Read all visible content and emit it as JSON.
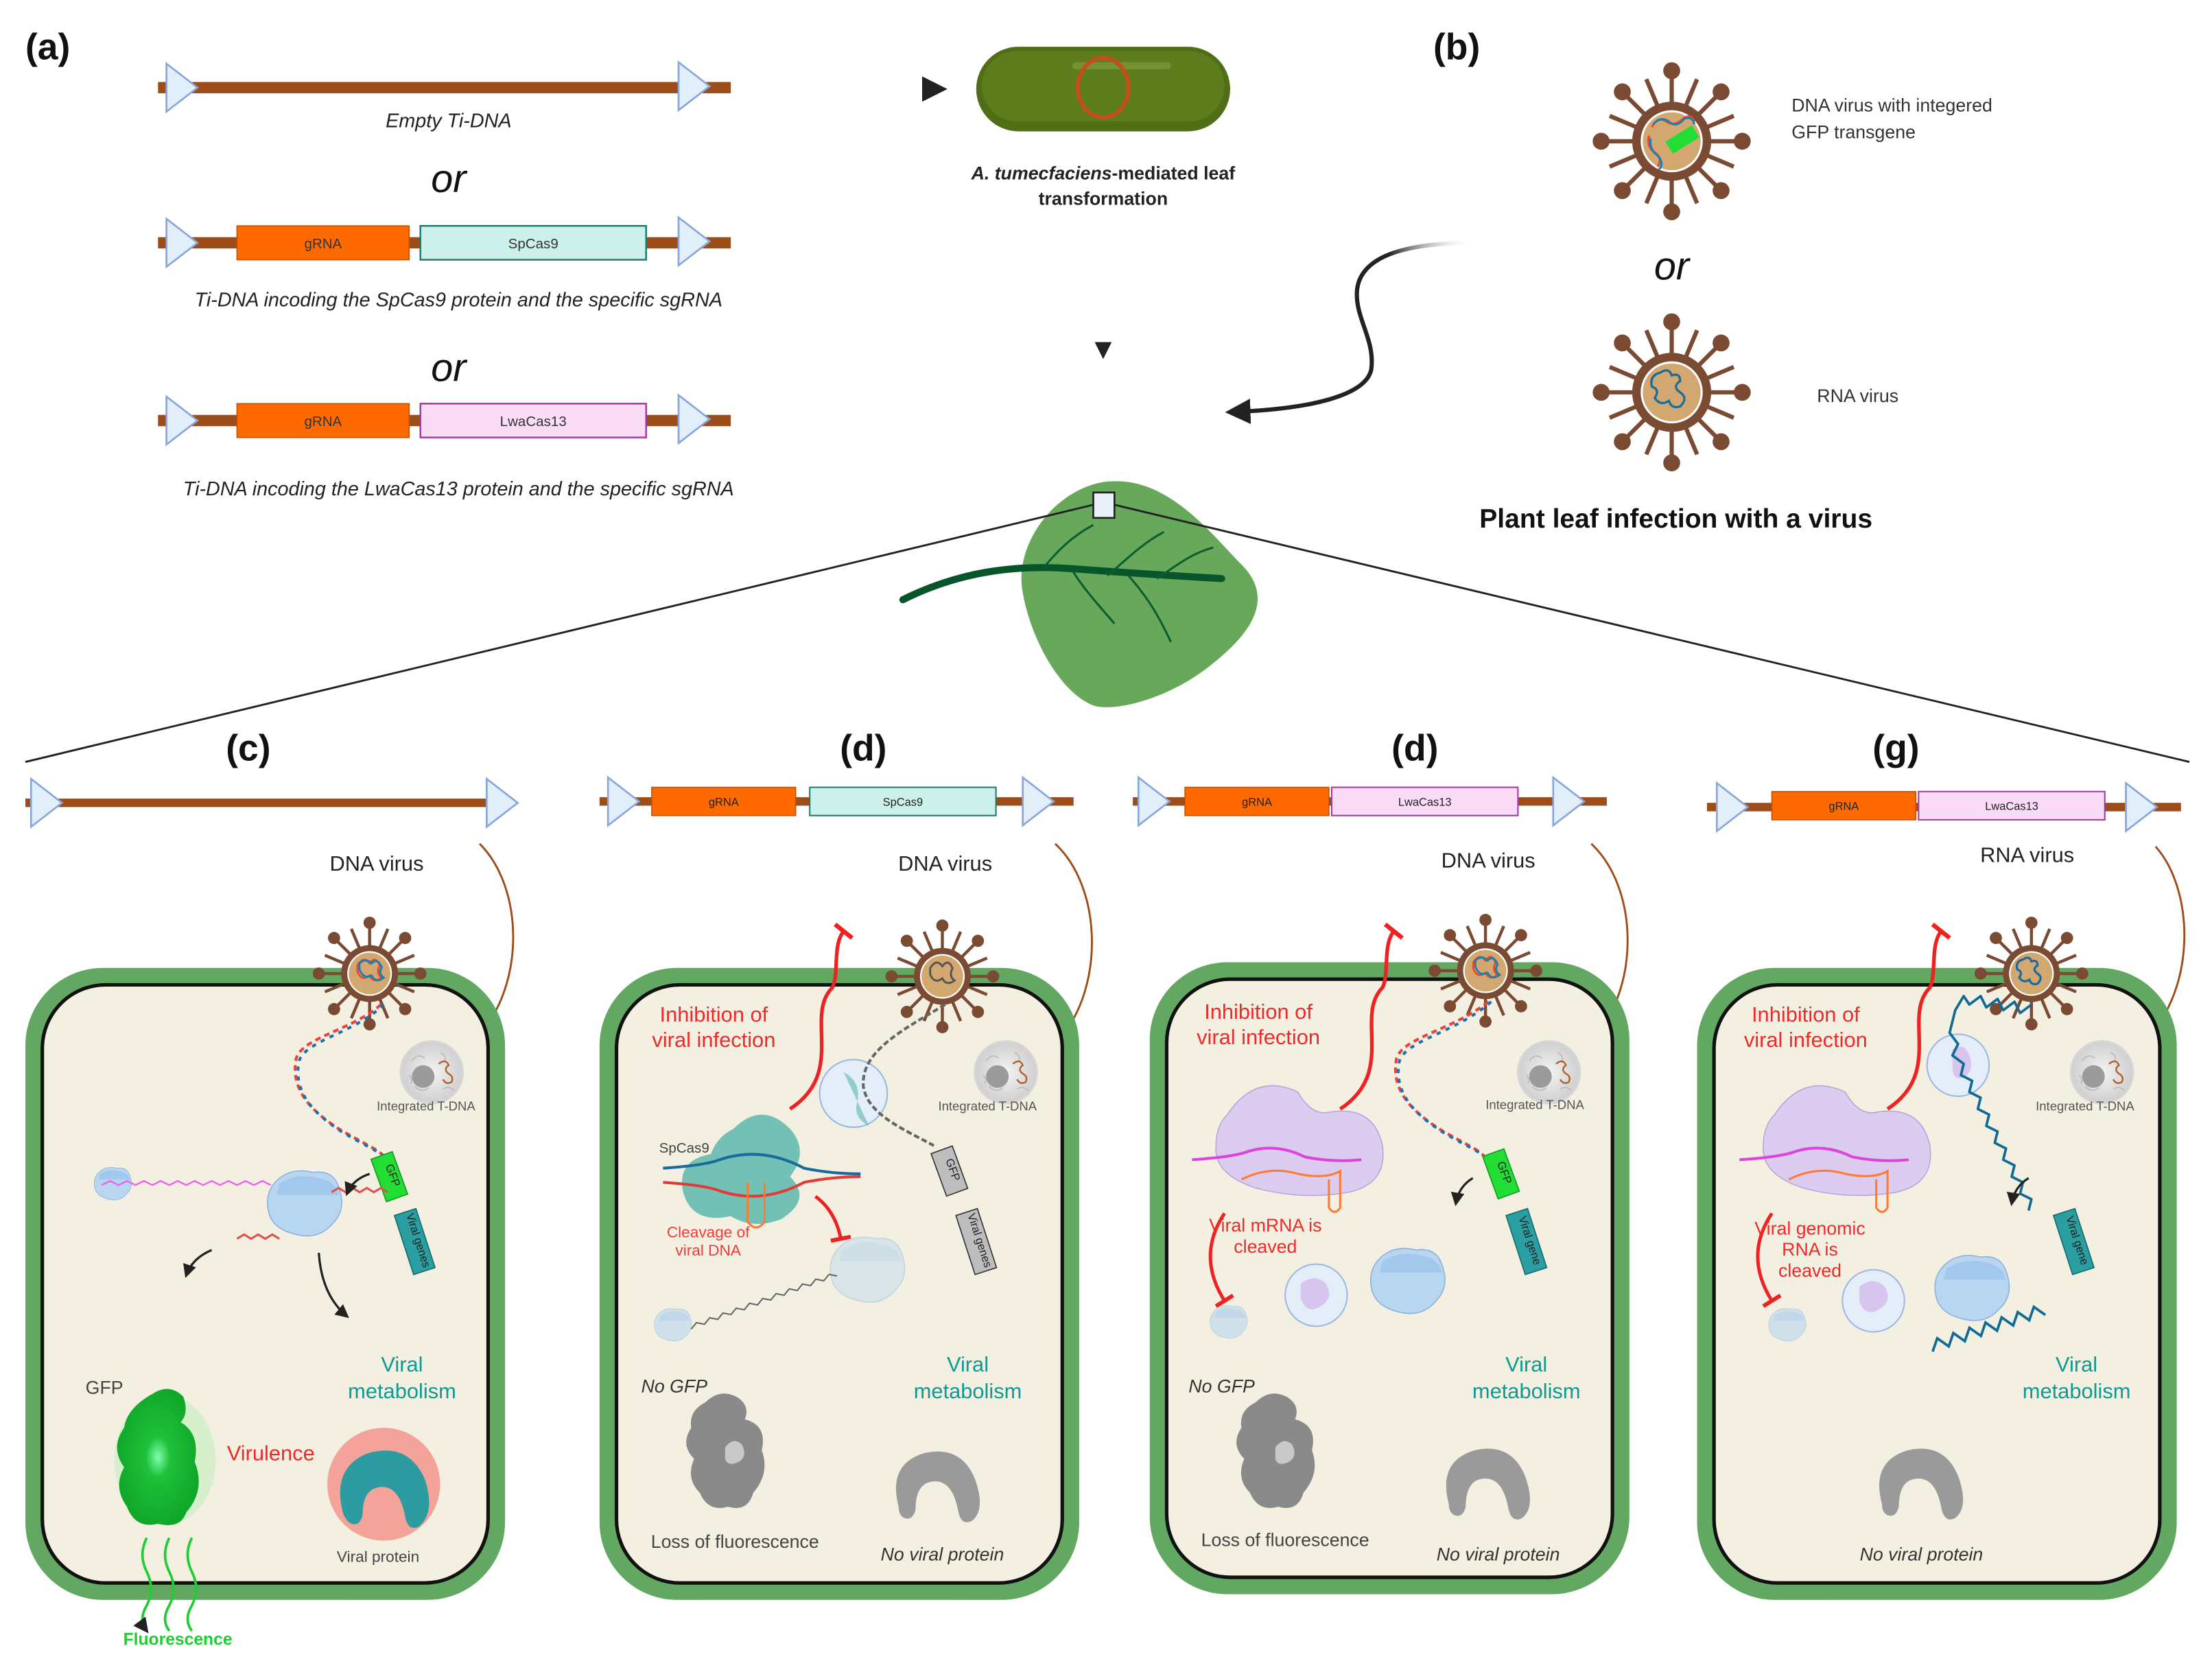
{
  "panel_labels": {
    "a": "(a)",
    "b": "(b)",
    "c": "(c)",
    "d1": "(d)",
    "d2": "(d)",
    "g": "(g)"
  },
  "panel_a": {
    "constructs": [
      {
        "caption": "Empty Ti-DNA",
        "genes": []
      },
      {
        "caption": "Ti-DNA incoding the SpCas9 protein and the specific sgRNA",
        "genes": [
          "gRNA",
          "SpCas9"
        ]
      },
      {
        "caption": "Ti-DNA incoding the LwaCas13 protein and the specific sgRNA",
        "genes": [
          "gRNA",
          "LwaCas13"
        ]
      }
    ],
    "or_label": "or",
    "gene_labels": {
      "grna": "gRNA",
      "spcas9": "SpCas9",
      "lwacas13": "LwaCas13"
    },
    "transformation_label_italic": "A. tumecfaciens",
    "transformation_label_rest": "-mediated leaf",
    "transformation_label_line2": "transformation"
  },
  "panel_b": {
    "dna_virus_label_line1": "DNA virus with integered",
    "dna_virus_label_line2": "GFP transgene",
    "or_label": "or",
    "rna_virus_label": "RNA virus",
    "title": "Plant leaf infection with a virus"
  },
  "cells": {
    "c": {
      "construct": [],
      "virus_label": "DNA virus",
      "tdna_label": "Integrated T-DNA",
      "gfp_gene": "GFP",
      "viral_genes": "Viral genes",
      "viral_metabolism_1": "Viral",
      "viral_metabolism_2": "metabolism",
      "gfp_label": "GFP",
      "virulence": "Virulence",
      "viral_protein": "Viral protein",
      "fluorescence": "Fluorescence"
    },
    "d1": {
      "construct": [
        "gRNA",
        "SpCas9"
      ],
      "virus_label": "DNA virus",
      "tdna_label": "Integrated T-DNA",
      "inhibition_1": "Inhibition of",
      "inhibition_2": "viral infection",
      "cas_label": "SpCas9",
      "cleavage_1": "Cleavage of",
      "cleavage_2": "viral DNA",
      "gfp_gene": "GFP",
      "viral_genes": "Viral genes",
      "viral_metabolism_1": "Viral",
      "viral_metabolism_2": "metabolism",
      "no_gfp": "No GFP",
      "loss_fluorescence": "Loss of fluorescence",
      "no_viral_protein": "No viral protein"
    },
    "d2": {
      "construct": [
        "gRNA",
        "LwaCas13"
      ],
      "virus_label": "DNA virus",
      "tdna_label": "Integrated T-DNA",
      "inhibition_1": "Inhibition of",
      "inhibition_2": "viral infection",
      "cleaved_1": "Viral mRNA is",
      "cleaved_2": "cleaved",
      "gfp_gene": "GFP",
      "viral_genes": "Viral gene",
      "viral_metabolism_1": "Viral",
      "viral_metabolism_2": "metabolism",
      "no_gfp": "No GFP",
      "loss_fluorescence": "Loss of fluorescence",
      "no_viral_protein": "No viral protein"
    },
    "g": {
      "construct": [
        "gRNA",
        "LwaCas13"
      ],
      "virus_label": "RNA virus",
      "tdna_label": "Integrated T-DNA",
      "inhibition_1": "Inhibition of",
      "inhibition_2": "viral infection",
      "cleaved_1": "Viral genomic",
      "cleaved_2": "RNA is",
      "cleaved_3": "cleaved",
      "viral_genes": "Viral gene",
      "viral_metabolism_1": "Viral",
      "viral_metabolism_2": "metabolism",
      "no_viral_protein": "No viral protein"
    }
  },
  "colors": {
    "tdna_backbone": "#9c4d1a",
    "border_triangle": "#e3eefb",
    "grna": "#ff6a00",
    "spcas9": "#ccf0ea",
    "lwacas13": "#fbdcf7",
    "cell_wall": "#62a862",
    "cytoplasm": "#f3f0e1",
    "virus": "#7a4a32",
    "capsid_core": "#d2a870",
    "gfp": "#22cc33",
    "viral_gene": "#2a9ea0",
    "inhibition_red": "#ee2222",
    "metabolism_teal": "#0d9a93",
    "leaf": "#67a85a",
    "bacterium": "#4a6a14"
  }
}
